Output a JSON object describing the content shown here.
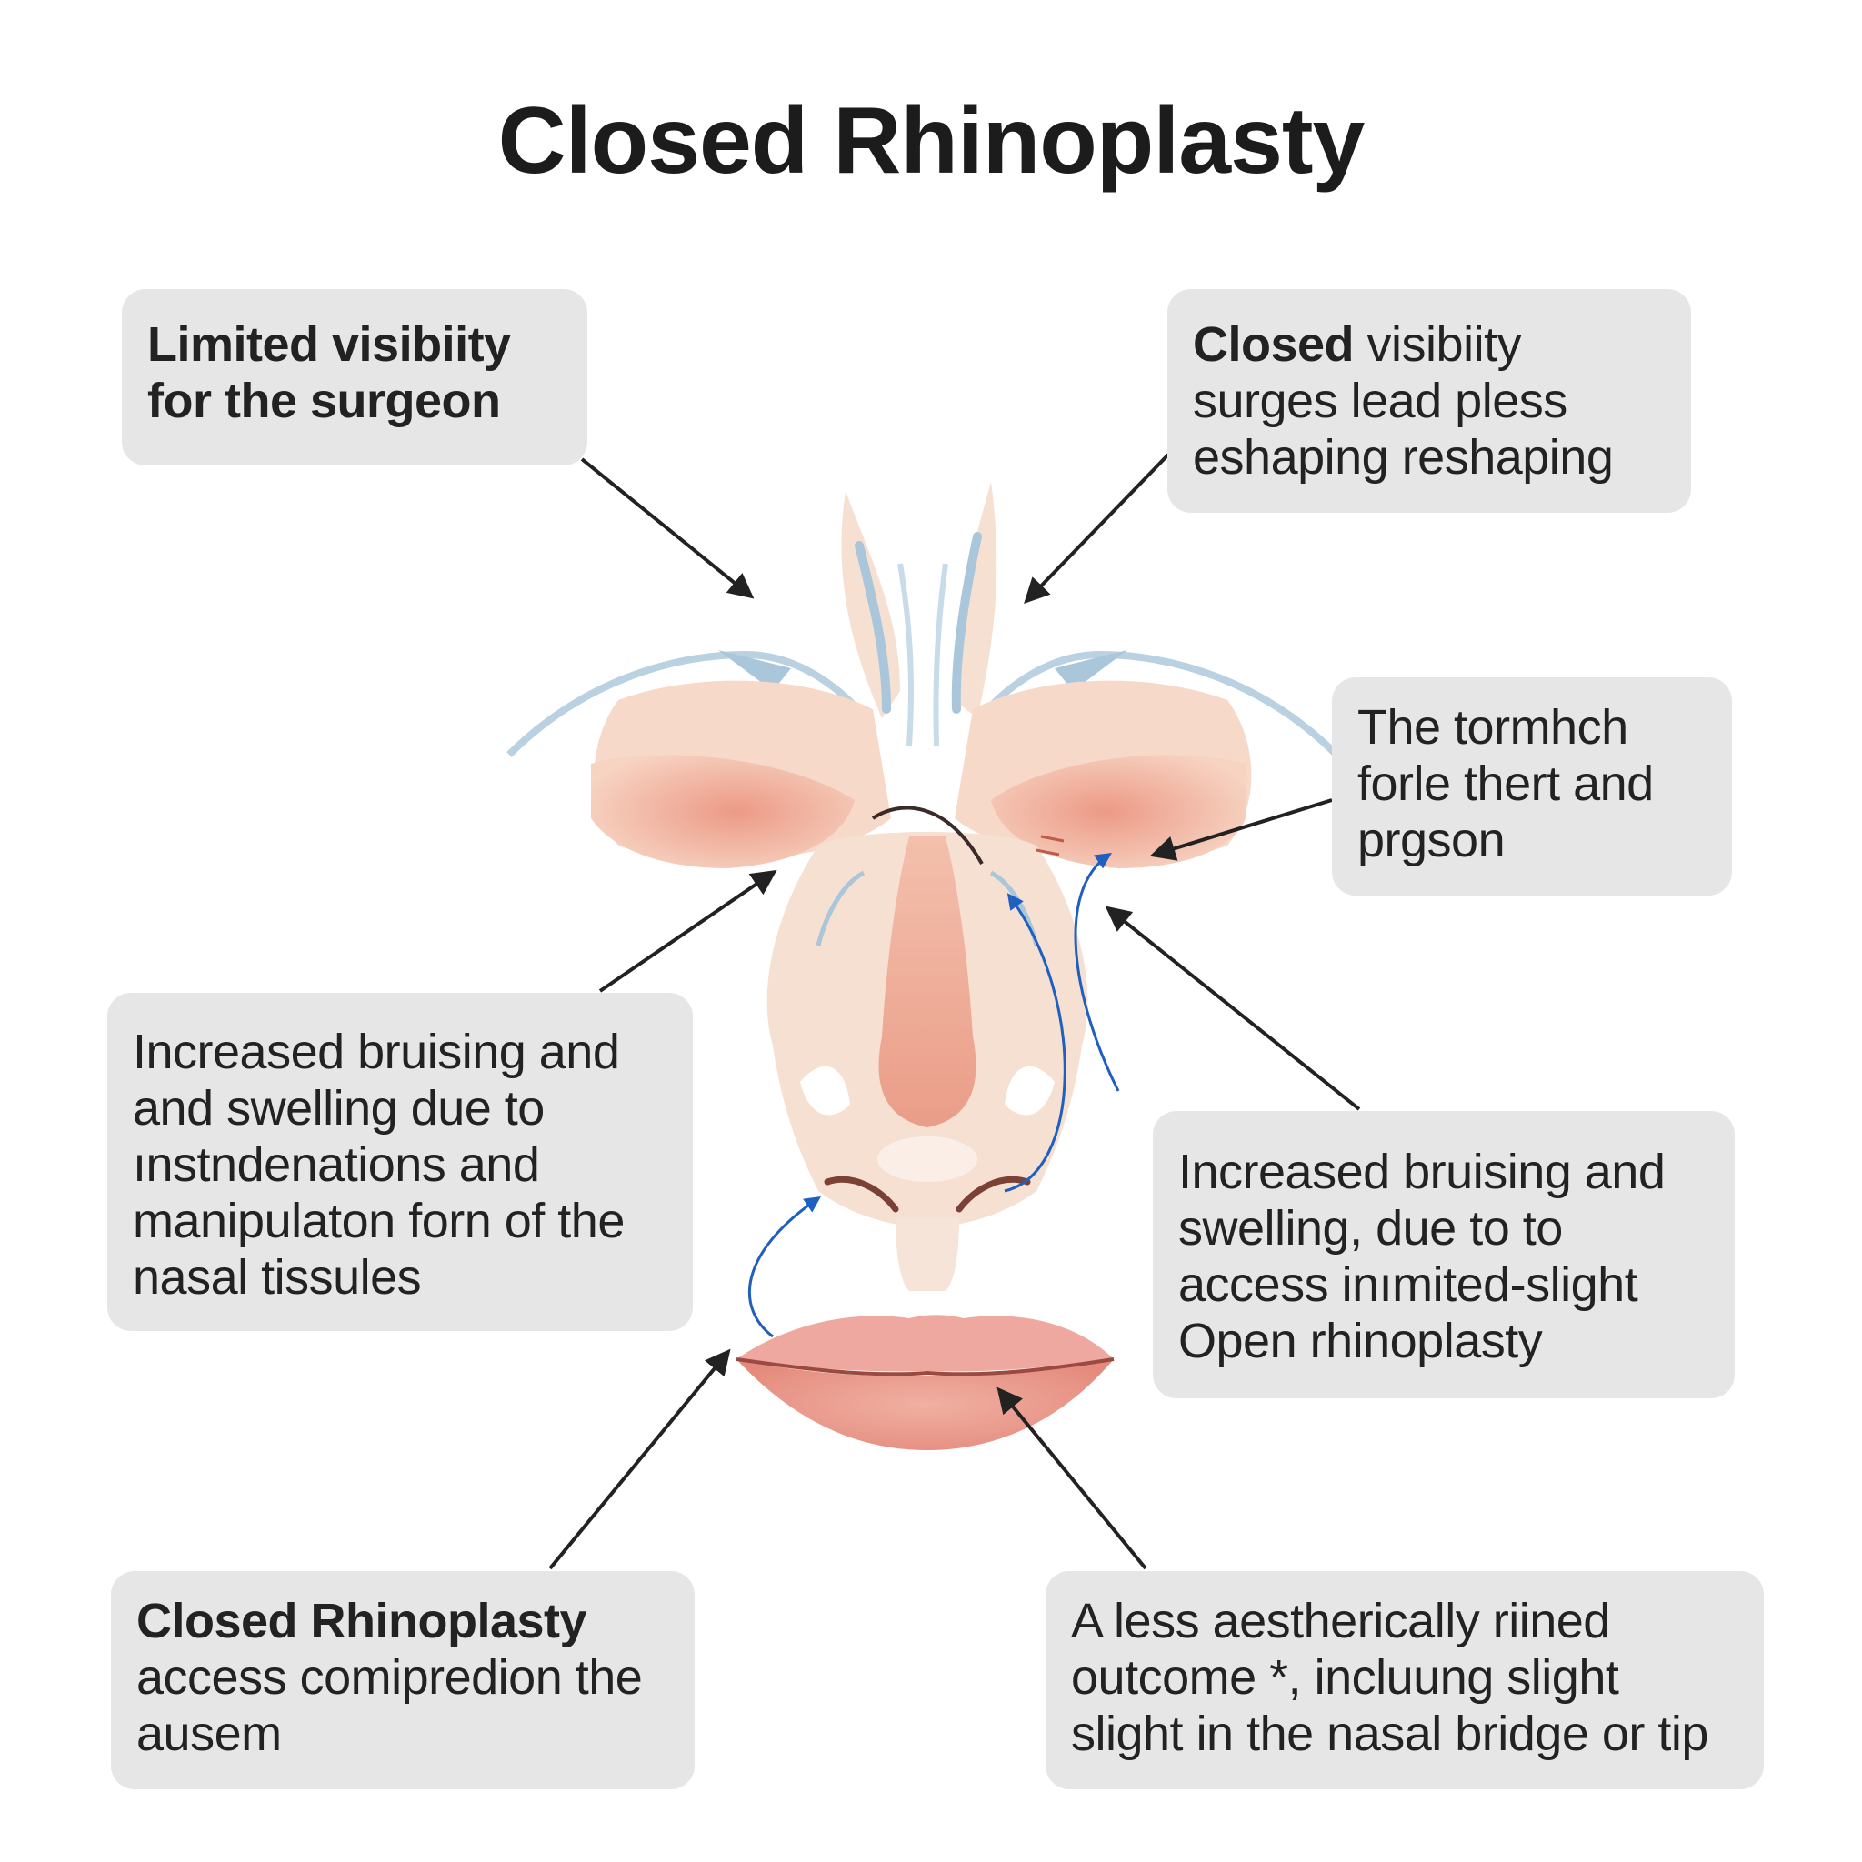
{
  "title": "Closed Rhinoplasty",
  "colors": {
    "callout_bg": "#e6e6e6",
    "skin": "#f6dccb",
    "skin_pink": "#eea590",
    "cartilage_blue": "#a9c6da",
    "arrow_dark": "#222222",
    "arrow_blue": "#1f5fbf",
    "lip": "#e8968a"
  },
  "callouts": {
    "top_left": {
      "lines": [
        "Limited visibiity",
        "for the surgeon"
      ],
      "bold_lines": 2
    },
    "top_right": {
      "bold_lead": "Closed",
      "first_rest": " visibiity",
      "lines": [
        "surges lead pless",
        "eshaping reshaping"
      ]
    },
    "mid_right": {
      "lines": [
        "The tormhch",
        "forle thert and",
        "prgson"
      ]
    },
    "mid_left": {
      "lines": [
        "Increased bruising and",
        "and swelling due to",
        "ınstndenations and",
        "manipulaton forn of the",
        "nasal tissules"
      ]
    },
    "lower_right": {
      "lines": [
        "Increased bruising and",
        "swelling, due to to",
        "access inımited-slight",
        "Open rhinoplasty"
      ]
    },
    "bottom_left": {
      "bold_line": "Closed Rhinoplasty",
      "lines": [
        "access comipredion the",
        "ausem"
      ]
    },
    "bottom_right": {
      "lines": [
        "A less aestherically riined",
        "outcome *, incluung slight",
        "slight in the nasal bridge or tip"
      ]
    }
  }
}
